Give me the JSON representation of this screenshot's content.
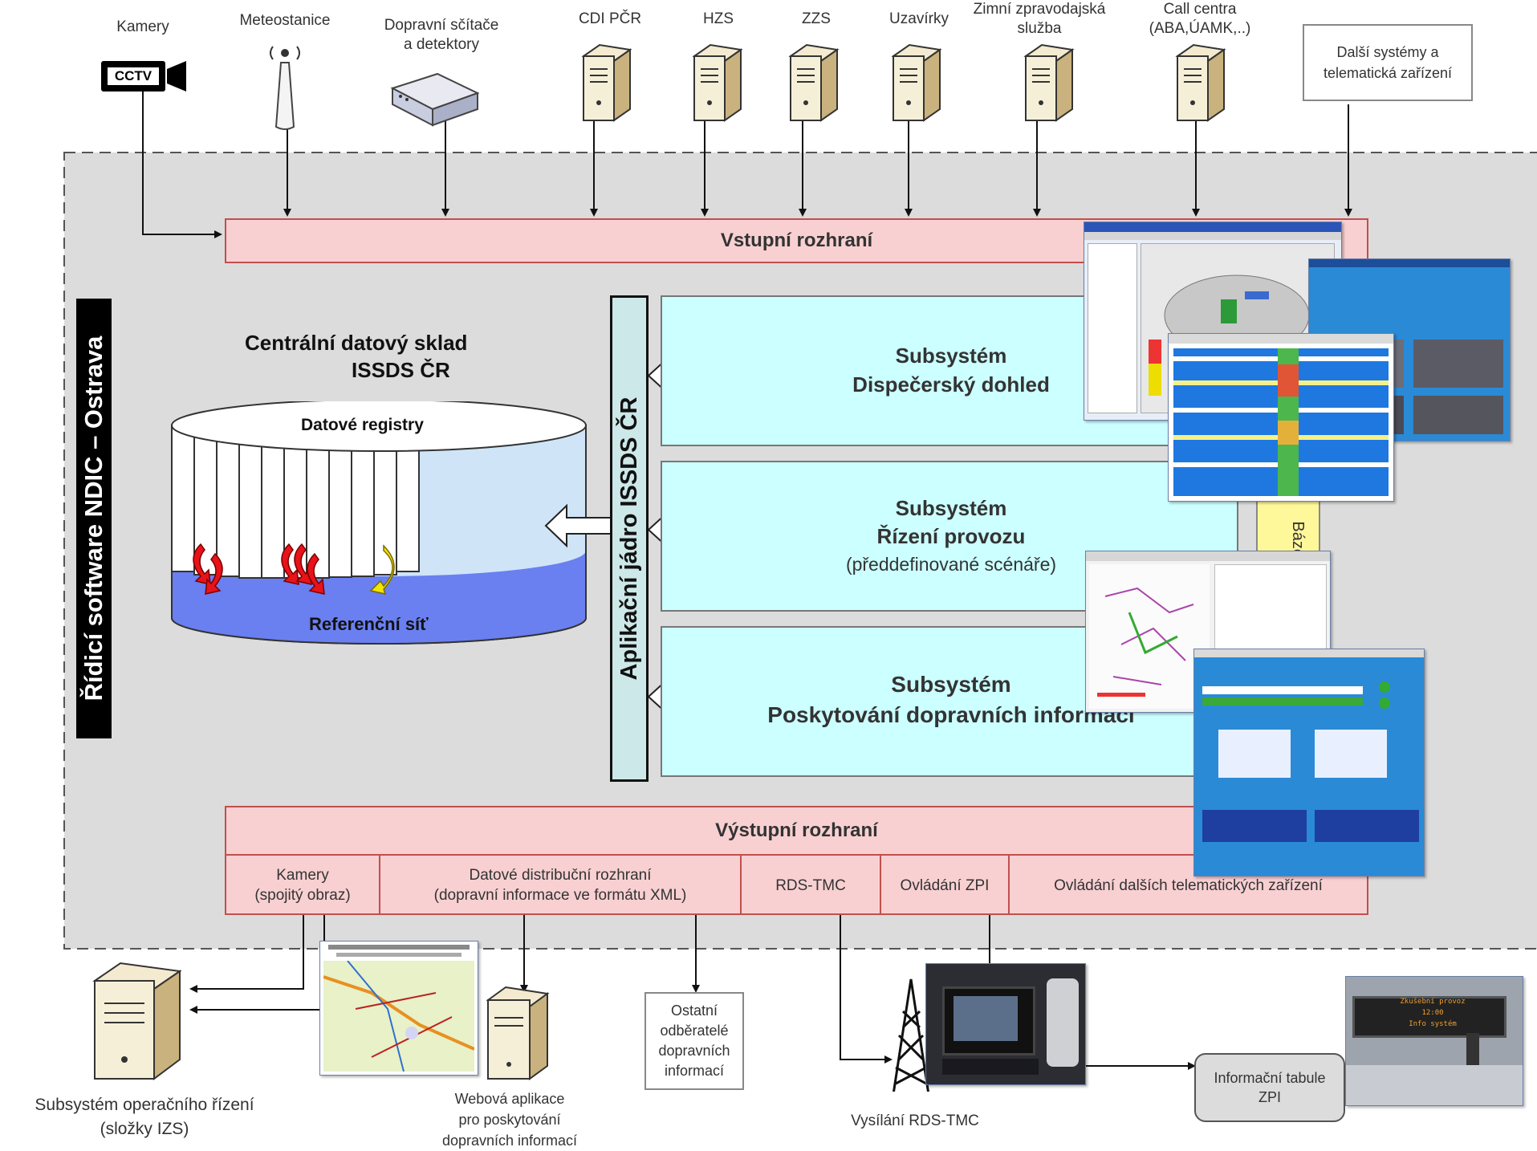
{
  "sources": {
    "kamery": "Kamery",
    "cctv": "CCTV",
    "meteostanice": "Meteostanice",
    "scitace": [
      "Dopravní sčítače",
      "a detektory"
    ],
    "cdi": "CDI PČR",
    "hzs": "HZS",
    "zzs": "ZZS",
    "uzavirky": "Uzavírky",
    "zimni": [
      "Zimní zpravodajská",
      "služba"
    ],
    "call": [
      "Call centra",
      "(ABA,ÚAMK,..)"
    ],
    "dalsi": [
      "Další systémy a",
      "telematická zařízení"
    ]
  },
  "frame": {
    "vertical_title": "Řídicí software NDIC – Ostrava"
  },
  "input_interface": "Vstupní rozhraní",
  "warehouse": {
    "title_line1": "Centrální datový sklad",
    "title_line2": "ISSDS ČR",
    "registry": "Datové registry",
    "network": "Referenční síť"
  },
  "core": "Aplikační jádro ISSDS ČR",
  "subsystems": [
    {
      "line1": "Subsystém",
      "line2": "Dispečerský dohled",
      "line3": ""
    },
    {
      "line1": "Subsystém",
      "line2": "Řízení provozu",
      "line3": "(předdefinované scénáře)"
    },
    {
      "line1": "Subsystém",
      "line2": "Poskytování dopravních informací",
      "line3": ""
    }
  ],
  "rules_box": "Báze pravidel",
  "output_interface": {
    "title": "Výstupní rozhraní",
    "cells": [
      "Kamery\n(spojitý obraz)",
      "Datové distribuční rozhraní\n(dopravní informace ve formátu XML)",
      "RDS-TMC",
      "Ovládání ZPI",
      "Ovládání dalších telematických zařízení"
    ]
  },
  "outputs": {
    "operational": [
      "Subsystém operačního řízení",
      "(složky IZS)"
    ],
    "web_app": [
      "Webová aplikace",
      "pro poskytování",
      "dopravních informací"
    ],
    "other_consumers": [
      "Ostatní",
      "odběratelé",
      "dopravních",
      "informací"
    ],
    "rds_broadcast": "Vysílání RDS-TMC",
    "info_board": [
      "Informační tabule",
      "ZPI"
    ],
    "sign_text": [
      "Zkušební provoz",
      "12:00",
      "Info systém"
    ]
  },
  "colors": {
    "interface_fill": "#f8d0d2",
    "interface_border": "#c0504d",
    "subsystem_fill": "#ccffff",
    "core_fill": "#cde8e8",
    "frame_fill": "#dcdcdc",
    "db_top": "#cfe4f7",
    "db_bottom": "#6a7ff0",
    "rules_fill": "#fff89a"
  }
}
